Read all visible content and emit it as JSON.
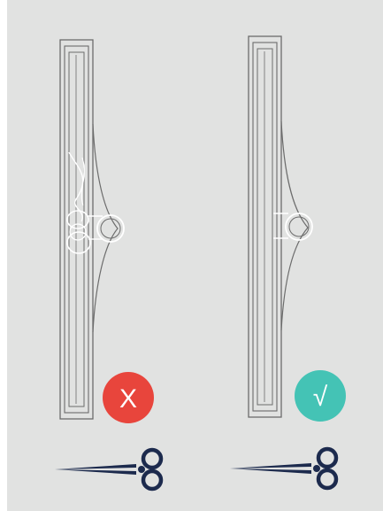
{
  "badges": {
    "wrong": {
      "symbol": "X",
      "color": "#e8453c",
      "icon": "cross-icon"
    },
    "right": {
      "symbol": "√",
      "color": "#44c3b5",
      "icon": "check-icon"
    }
  },
  "colors": {
    "background": "#e1e2e1",
    "outline": "#6c6c6c",
    "thread": "#ffffff",
    "scissors": "#1c2a4d"
  },
  "panels": [
    {
      "id": "incorrect",
      "icons": [
        "thread-spool-icon",
        "tangled-thread-icon",
        "cross-icon",
        "scissors-icon"
      ]
    },
    {
      "id": "correct",
      "icons": [
        "thread-spool-icon",
        "check-icon",
        "scissors-icon"
      ]
    }
  ]
}
